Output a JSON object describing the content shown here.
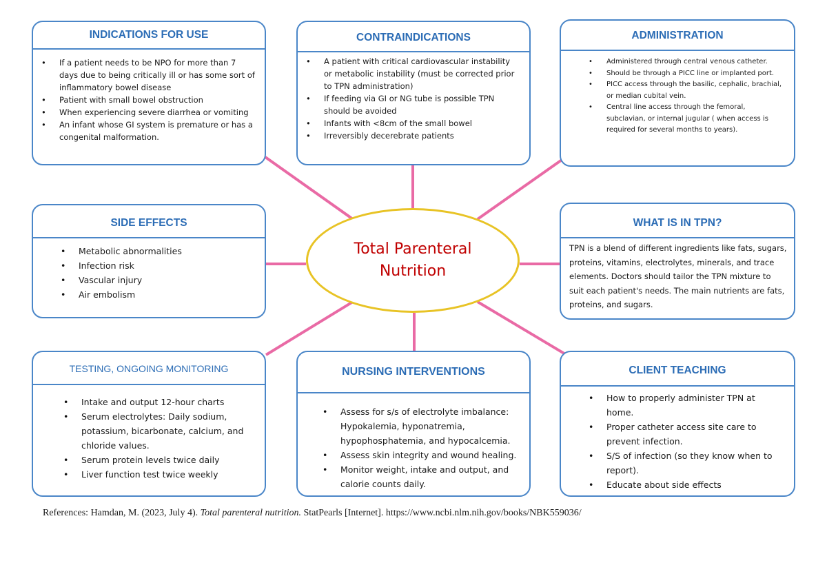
{
  "center": {
    "title": "Total Parenteral Nutrition"
  },
  "boxes": {
    "indications": {
      "title": "INDICATIONS FOR USE",
      "items": [
        "If a patient needs to be NPO for more than 7 days due to being critically ill or has some sort of inflammatory bowel disease",
        "Patient with small bowel obstruction",
        "When experiencing severe diarrhea or vomiting",
        "An infant whose GI system is premature or has a congenital malformation."
      ]
    },
    "contraindications": {
      "title": "CONTRAINDICATIONS",
      "items": [
        "A patient with critical cardiovascular instability or metabolic instability (must be corrected prior to TPN administration)",
        "If feeding via GI or NG tube is possible TPN should be avoided",
        "Infants with <8cm of the small bowel",
        "Irreversibly decerebrate patients"
      ]
    },
    "administration": {
      "title": "ADMINISTRATION",
      "items": [
        "Administered through central venous catheter.",
        "Should be through a PICC line or implanted port.",
        "PICC access through the basilic, cephalic, brachial, or median cubital vein.",
        "Central line access through the femoral, subclavian, or internal jugular ( when access is required for several months to years)."
      ]
    },
    "side_effects": {
      "title": "SIDE EFFECTS",
      "items": [
        "Metabolic abnormalities",
        "Infection risk",
        "Vascular injury",
        "Air embolism"
      ]
    },
    "what_is_in_tpn": {
      "title": "WHAT IS IN TPN?",
      "text": "TPN is a blend of different ingredients like fats, sugars, proteins, vitamins, electrolytes, minerals, and trace elements. Doctors should tailor the TPN mixture to suit each patient's needs. The main nutrients are fats, proteins, and sugars."
    },
    "testing": {
      "title": "TESTING, ONGOING MONITORING",
      "items": [
        "Intake and output 12-hour charts",
        "Serum electrolytes: Daily sodium, potassium, bicarbonate, calcium, and chloride values.",
        "Serum protein levels twice daily",
        "Liver function test twice weekly"
      ]
    },
    "nursing": {
      "title": "NURSING INTERVENTIONS",
      "items": [
        "Assess for s/s of electrolyte imbalance: Hypokalemia, hyponatremia, hypophosphatemia, and hypocalcemia.",
        "Assess skin integrity and wound healing.",
        "Monitor weight, intake and output, and calorie counts daily."
      ]
    },
    "client_teaching": {
      "title": "CLIENT TEACHING",
      "items": [
        "How to properly administer TPN at home.",
        "Proper catheter access site care to prevent infection.",
        "S/S of infection (so they know when to report).",
        "Educate about side effects"
      ]
    }
  },
  "references": {
    "prefix": "References:  Hamdan, M. (2023, July 4). ",
    "title": "Total parenteral nutrition.",
    "suffix": " StatPearls [Internet]. https://www.ncbi.nlm.nih.gov/books/NBK559036/"
  },
  "colors": {
    "box_border": "#4a86c8",
    "box_title": "#2b6cb5",
    "connector": "#e96aa5",
    "center_border": "#e8c325",
    "center_text": "#c00000"
  }
}
